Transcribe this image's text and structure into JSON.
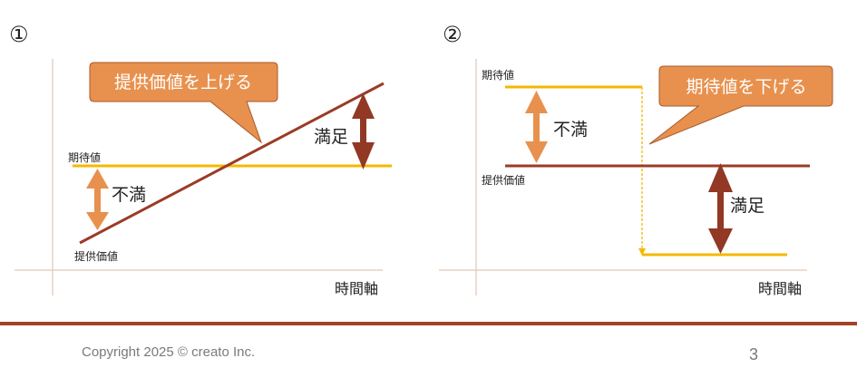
{
  "diagram1": {
    "number": "①",
    "callout": "提供価値を上げる",
    "label_expectation": "期待値",
    "label_provided": "提供価値",
    "label_dissatisfied": "不満",
    "label_satisfied": "満足",
    "axis_label": "時間軸"
  },
  "diagram2": {
    "number": "②",
    "callout": "期待値を下げる",
    "label_expectation": "期待値",
    "label_provided": "提供価値",
    "label_dissatisfied": "不満",
    "label_satisfied": "満足",
    "axis_label": "時間軸"
  },
  "colors": {
    "expectation": "#f5b800",
    "provided": "#9b3b26",
    "dissatisfied_arrow": "#e8914e",
    "satisfied_arrow": "#923824",
    "callout_fill": "#e8914e",
    "axis": "#e2c6b5"
  },
  "footer": {
    "copyright": "Copyright 2025 © creato Inc.",
    "page_number": "3"
  }
}
